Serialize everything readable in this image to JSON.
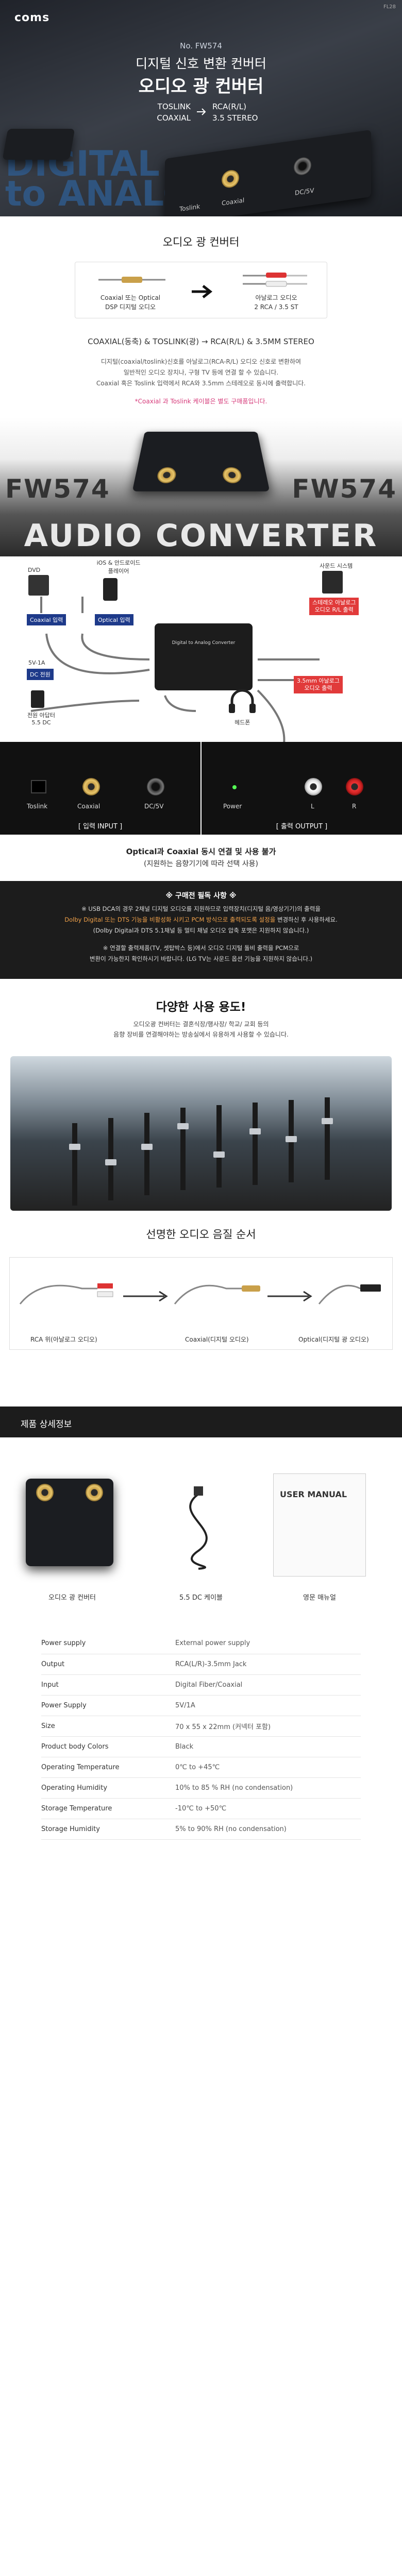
{
  "hero": {
    "brand": "coms",
    "page_no": "FL28",
    "model": "No. FW574",
    "title_line1": "디지털 신호 변환 컨버터",
    "title_line2": "오디오 광 컨버터",
    "inputs": [
      "TOSLINK",
      "COAXIAL"
    ],
    "outputs": [
      "RCA(R/L)",
      "3.5 STEREO"
    ],
    "big_text": [
      "DIGITAL",
      "to ANALOG"
    ],
    "ports": [
      "Toslink",
      "Coaxial",
      "DC/5V"
    ],
    "accent": "#2f5f95"
  },
  "intro": {
    "title": "오디오 광 컨버터",
    "flow_left": [
      "Coaxial 또는 Optical",
      "DSP 디지털 오디오"
    ],
    "flow_right": [
      "아날로그 오디오",
      "2 RCA / 3.5 ST"
    ],
    "spec_line": "COAXIAL(동축) & TOSLINK(광) → RCA(R/L) & 3.5MM STEREO",
    "desc": [
      "디지털(coaxial/toslink)신호를 아날로그(RCA-R/L) 오디오 신호로 변환하여",
      "일반적인 오디오 장치나, 구형 TV 등에 연결 할 수 있습니다.",
      "Coaxial 혹은 Toslink 입력에서 RCA와 3.5mm 스테레오로 동시에 출력합니다."
    ],
    "note": "*Coaxial 과 Toslink 케이블은 별도 구매품입니다.",
    "note_color": "#d63a7a",
    "big_model": "FW574",
    "big_model_right": "FW574",
    "audio_converter": "AUDIO CONVERTER"
  },
  "diagram": {
    "devices": {
      "dvd": "DVD",
      "mobile": [
        "iOS & 안드로이드",
        "플레이어"
      ],
      "speaker": [
        "사운드 시스템"
      ],
      "power": [
        "5V-1A"
      ],
      "adapter": [
        "전원 아답터",
        "5.5 DC"
      ],
      "headphone": "헤드폰"
    },
    "tags": {
      "coaxial_in": "Coaxial 입력",
      "optical_in": "Optical 입력",
      "dc_power": "DC 전원",
      "stereo_out": [
        "스테레오 아날로그",
        "오디오 R/L 출력"
      ],
      "mm_out": [
        "3.5mm 아날로그",
        "오디오 출력"
      ]
    },
    "input_ports": [
      "Toslink",
      "Coaxial",
      "DC/5V"
    ],
    "output_ports": [
      "Power",
      "L",
      "R"
    ],
    "input_caption": "[ 입력 INPUT ]",
    "output_caption": "[ 출력 OUTPUT ]"
  },
  "warning": {
    "line1": "Optical과 Coaxial 동시 연결 및 사용 불가",
    "line2": "(지원하는 음향기기에 따라 선택 사용)",
    "heading": "※ 구매전 필독 사항 ※",
    "p1a": "※ USB DCA의 경우 2채널 디지털 오디오를 지원하므로 입력장치(디지털 음/영상기기)의 출력을",
    "p1b": "Dolby Digital 또는 DTS 기능을 비활성화 시키고 PCM 방식으로 출력되도록 설정을",
    "p1c": "변경하신 후 사용하세요.",
    "p1d": "(Dolby Digital과 DTS 5.1채널 등 멀티 채널 오디오 압축 포맷은 지원하지 않습니다.)",
    "p2a": "※ 연결할 출력제품(TV, 셋탑박스 등)에서 오디오 디지털 돌비 출력을 PCM으로",
    "p2b": "변환이 가능한지 확인하시기 바랍니다. (LG TV는 사운드 옵션 기능을 지원하지 않습니다.)",
    "highlight_color": "#f2a24a"
  },
  "usage": {
    "title": "다양한 사용 용도!",
    "desc": [
      "오디오광 컨버터는 결혼식장/행사장/ 학교/ 교회 등의",
      "음향 장비를 연결해야하는 방송실에서 유용하게 사용할 수 있습니다."
    ]
  },
  "order": {
    "title": "선명한 오디오 음질 순서",
    "steps": [
      "RCA 위(아날로그 오디오)",
      "Coaxial(디지털 오디오)",
      "Optical(디지털 광 오디오)"
    ]
  },
  "spec": {
    "header": "제품 상세정보",
    "items": [
      "오디오 광 컨버터",
      "5.5 DC 케이블",
      "영문 매뉴얼"
    ],
    "manual_title": "USER MANUAL",
    "rows": [
      [
        "Power supply",
        "External power supply"
      ],
      [
        "Output",
        "RCA(L/R)-3.5mm Jack"
      ],
      [
        "Input",
        "Digital Fiber/Coaxial"
      ],
      [
        "Power Supply",
        "5V/1A"
      ],
      [
        "Size",
        "70 x 55 x 22mm (커넥터 포함)"
      ],
      [
        "Product body Colors",
        "Black"
      ],
      [
        "Operating Temperature",
        "0℃ to +45℃"
      ],
      [
        "Operating Humidity",
        "10% to 85 % RH (no condensation)"
      ],
      [
        "Storage Temperature",
        "-10℃ to +50℃"
      ],
      [
        "Storage Humidity",
        "5% to 90% RH (no condensation)"
      ]
    ]
  }
}
